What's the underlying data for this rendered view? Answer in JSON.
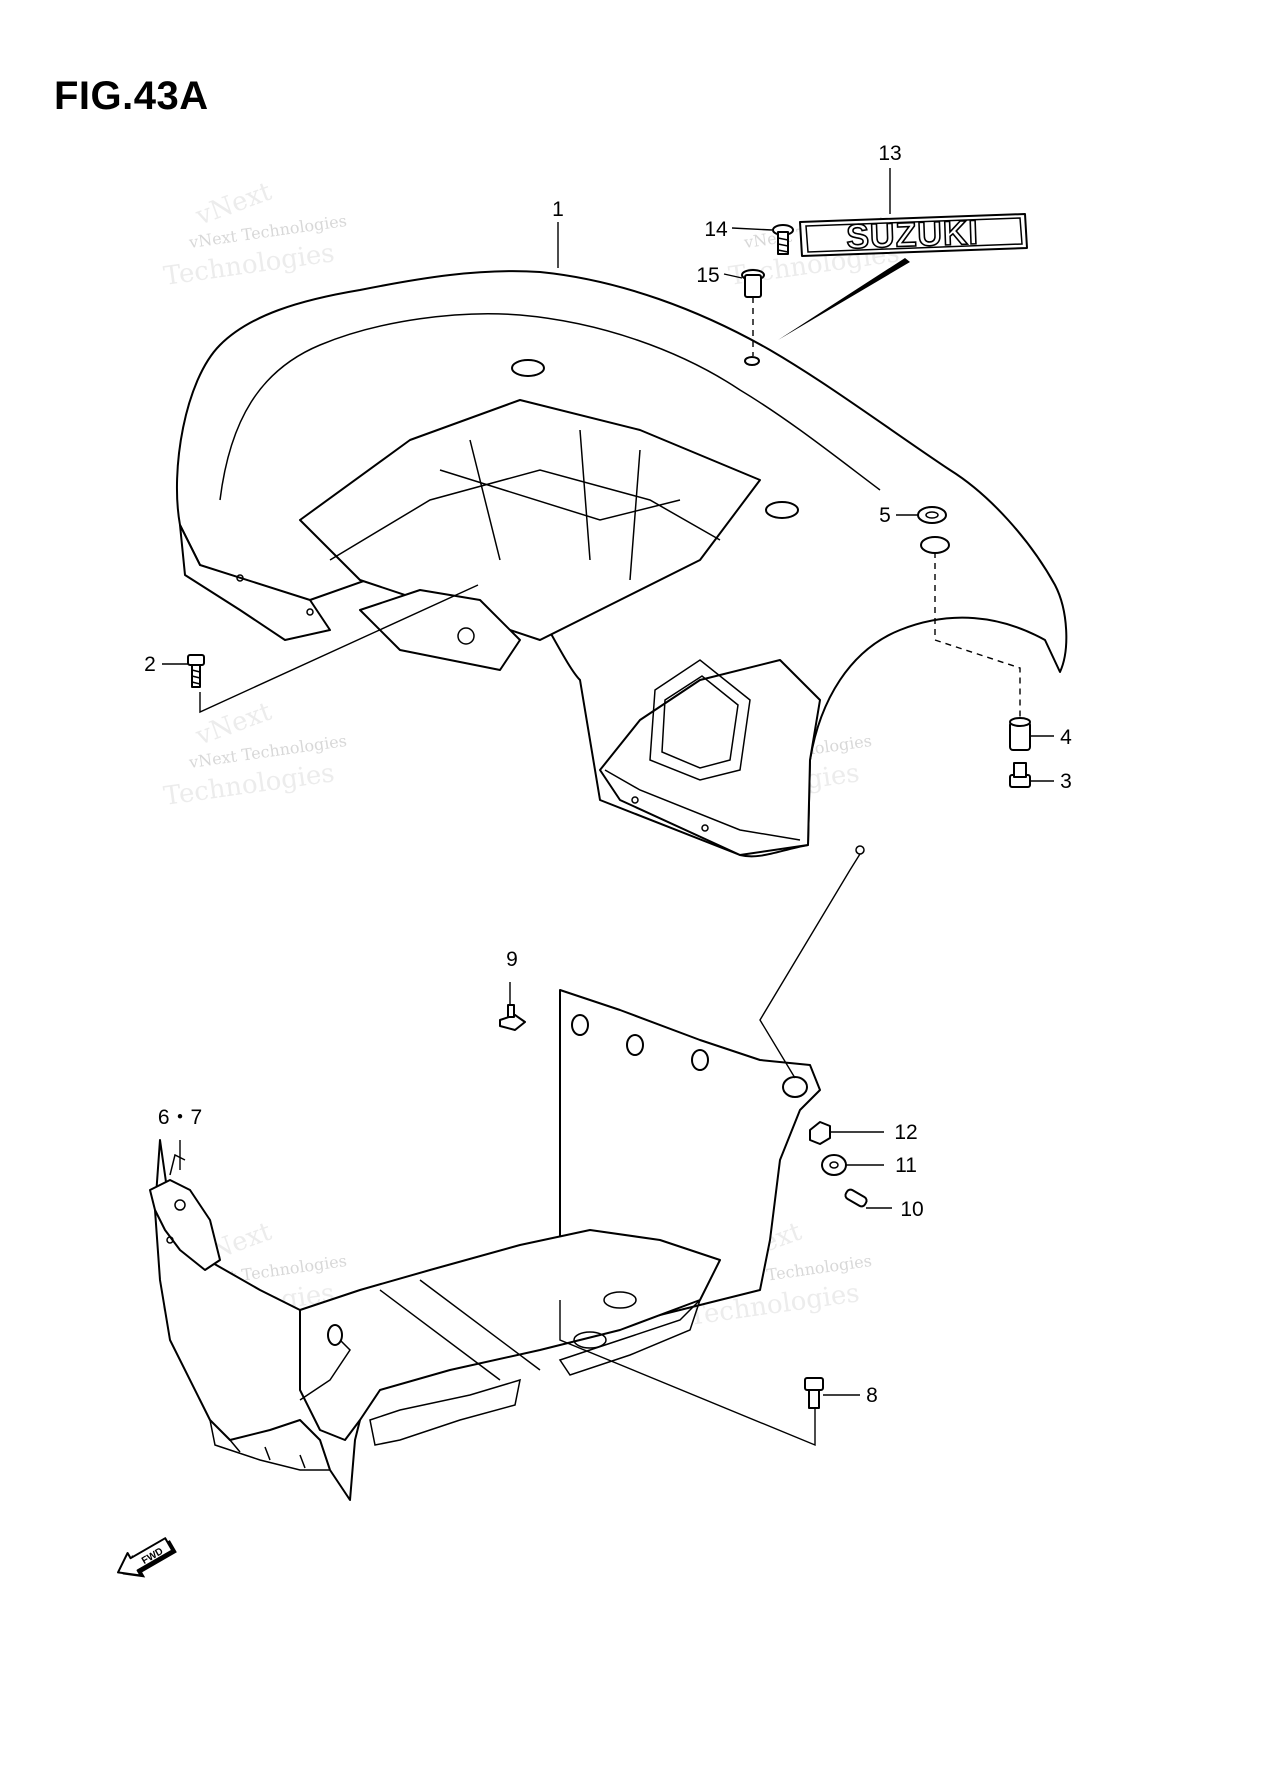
{
  "figure": {
    "title": "FIG.43A"
  },
  "callouts": [
    {
      "id": "c1",
      "label": "1"
    },
    {
      "id": "c2",
      "label": "2"
    },
    {
      "id": "c3",
      "label": "3"
    },
    {
      "id": "c4",
      "label": "4"
    },
    {
      "id": "c5",
      "label": "5"
    },
    {
      "id": "c67",
      "label": "6・7"
    },
    {
      "id": "c8",
      "label": "8"
    },
    {
      "id": "c9",
      "label": "9"
    },
    {
      "id": "c10",
      "label": "10"
    },
    {
      "id": "c11",
      "label": "11"
    },
    {
      "id": "c12",
      "label": "12"
    },
    {
      "id": "c13",
      "label": "13"
    },
    {
      "id": "c14",
      "label": "14"
    },
    {
      "id": "c15",
      "label": "15"
    }
  ],
  "emblem": {
    "text": "SUZUKI"
  },
  "direction_marker": {
    "text": "FWD"
  },
  "watermark": {
    "line1": "vNext Technologies",
    "line2": "Technologies",
    "line3": "vNext"
  }
}
